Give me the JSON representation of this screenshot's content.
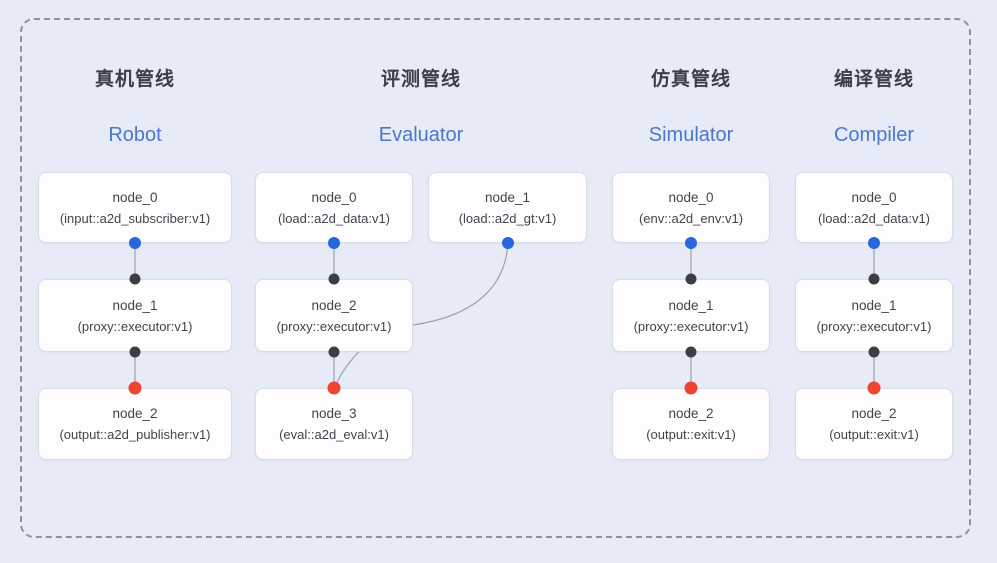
{
  "colors": {
    "bg": "#e7ebf7",
    "frame": "#8d929d",
    "box_bg": "#fdfdfe",
    "box_border": "#d9dce3",
    "title": "#3a3f47",
    "title_en": "#4c77cb",
    "node_text": "#40454c",
    "line": "#9aa1ac",
    "blue_dot": "#2667dc",
    "dark_dot": "#3b3e43",
    "red_dot": "#ee4433"
  },
  "headers": [
    {
      "zh": "真机管线",
      "en": "Robot"
    },
    {
      "zh": "评测管线",
      "en": "Evaluator"
    },
    {
      "zh": "仿真管线",
      "en": "Simulator"
    },
    {
      "zh": "编译管线",
      "en": "Compiler"
    }
  ],
  "nodes": {
    "r0": {
      "name": "node_0",
      "impl": "(input::a2d_subscriber:v1)"
    },
    "r1": {
      "name": "node_1",
      "impl": "(proxy::executor:v1)"
    },
    "r2": {
      "name": "node_2",
      "impl": "(output::a2d_publisher:v1)"
    },
    "e0": {
      "name": "node_0",
      "impl": "(load::a2d_data:v1)"
    },
    "e1": {
      "name": "node_1",
      "impl": "(load::a2d_gt:v1)"
    },
    "e2": {
      "name": "node_2",
      "impl": "(proxy::executor:v1)"
    },
    "e3": {
      "name": "node_3",
      "impl": "(eval::a2d_eval:v1)"
    },
    "s0": {
      "name": "node_0",
      "impl": "(env::a2d_env:v1)"
    },
    "s1": {
      "name": "node_1",
      "impl": "(proxy::executor:v1)"
    },
    "s2": {
      "name": "node_2",
      "impl": "(output::exit:v1)"
    },
    "c0": {
      "name": "node_0",
      "impl": "(load::a2d_data:v1)"
    },
    "c1": {
      "name": "node_1",
      "impl": "(proxy::executor:v1)"
    },
    "c2": {
      "name": "node_2",
      "impl": "(output::exit:v1)"
    }
  }
}
